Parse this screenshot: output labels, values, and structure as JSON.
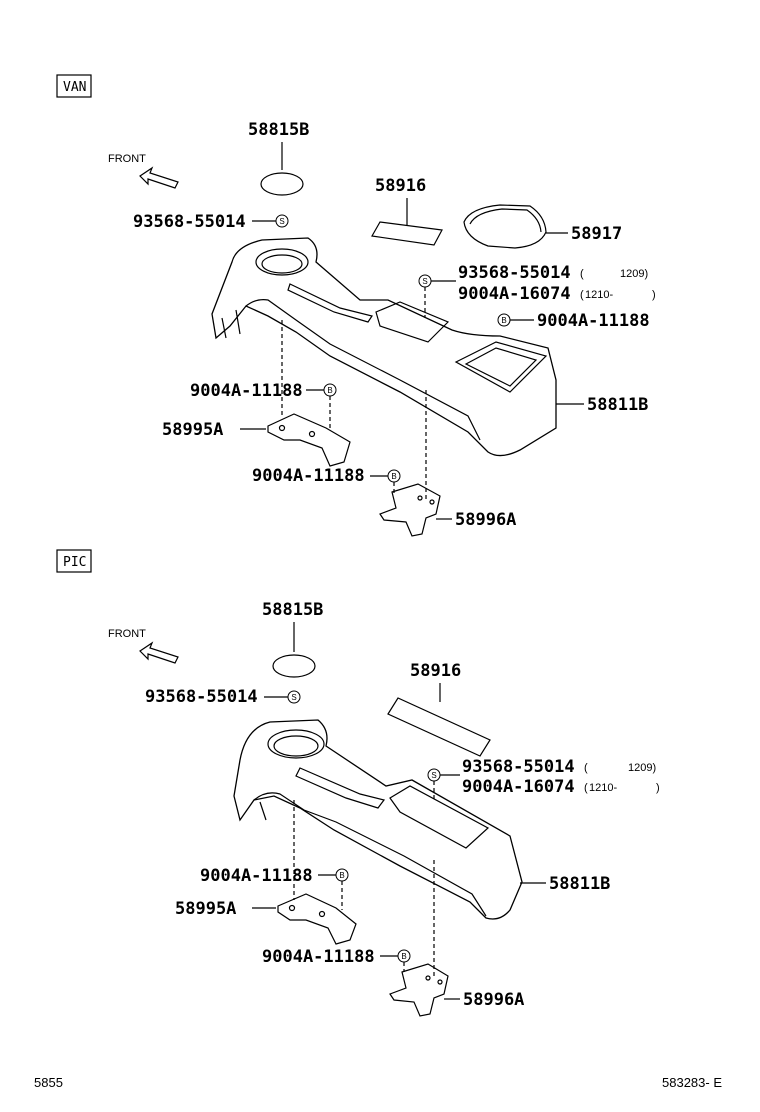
{
  "sections": [
    {
      "tag": "VAN",
      "front": "FRONT",
      "labels": {
        "cap": "58815B",
        "tray": "58916",
        "lid": "58917",
        "screw_left": "93568-55014",
        "screw_right_a": "93568-55014",
        "screw_right_a_note": "1209)",
        "screw_right_b": "9004A-16074",
        "screw_right_b_note": "1210-",
        "bolt_rear": "9004A-11188",
        "console": "58811B",
        "bolt_mid": "9004A-11188",
        "bracket_front": "58995A",
        "bolt_low": "9004A-11188",
        "bracket_rear": "58996A"
      }
    },
    {
      "tag": "PIC",
      "front": "FRONT",
      "labels": {
        "cap": "58815B",
        "tray": "58916",
        "screw_left": "93568-55014",
        "screw_right_a": "93568-55014",
        "screw_right_a_note": "1209)",
        "screw_right_b": "9004A-16074",
        "screw_right_b_note": "1210-",
        "console": "58811B",
        "bolt_mid": "9004A-11188",
        "bracket_front": "58995A",
        "bolt_low": "9004A-11188",
        "bracket_rear": "58996A"
      }
    }
  ],
  "circle_letters": {
    "screw": "S",
    "bolt": "B"
  },
  "footer": {
    "left": "5855",
    "right": "583283- E"
  }
}
